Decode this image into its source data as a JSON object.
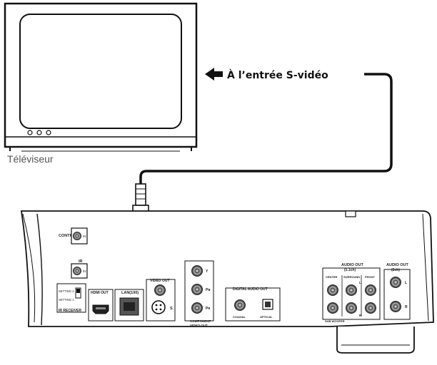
{
  "tv": {
    "caption": "Téléviseur"
  },
  "callout": {
    "text": "À l’entrée S-vidéo"
  },
  "panel": {
    "control": {
      "label": "CONTROL",
      "sub": "IN"
    },
    "ir": {
      "label": "IR",
      "sub": "IN"
    },
    "ir_receiver": {
      "title": "IR RECEIVER",
      "setting2": "SETTING 2",
      "setting1": "SETTING 1"
    },
    "hdmi_out": "HDMI OUT",
    "lan": "LAN(100)",
    "video_out": {
      "title": "VIDEO OUT",
      "s_label": "S"
    },
    "component": {
      "title_line1": "COMPONENT",
      "title_line2": "VIDEO OUT",
      "y": "Y",
      "pb": "Pʙ",
      "pr": "Pʀ"
    },
    "digital_audio": {
      "title": "DIGITAL AUDIO OUT",
      "coaxial": "COAXIAL",
      "optical": "OPTICAL"
    },
    "audio_51": {
      "title_line1": "AUDIO OUT",
      "title_line2": "(5.1ch)",
      "center": "CENTER",
      "surround": "SURROUND",
      "front": "FRONT",
      "subwoofer": "SUB WOOFER",
      "l": "L",
      "r": "R"
    },
    "audio_2ch": {
      "title_line1": "AUDIO OUT",
      "title_line2": "(2ch)",
      "l": "L",
      "r": "R"
    }
  }
}
